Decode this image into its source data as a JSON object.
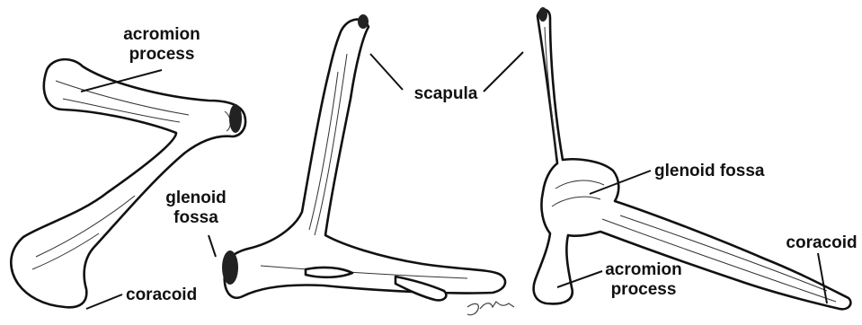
{
  "labels": {
    "left_acromion_line1": "acromion",
    "left_acromion_line2": "process",
    "left_glenoid_line1": "glenoid",
    "left_glenoid_line2": "fossa",
    "left_coracoid": "coracoid",
    "scapula": "scapula",
    "right_glenoid": "glenoid fossa",
    "right_acromion_line1": "acromion",
    "right_acromion_line2": "process",
    "right_coracoid": "coracoid"
  },
  "signature": "JM"
}
